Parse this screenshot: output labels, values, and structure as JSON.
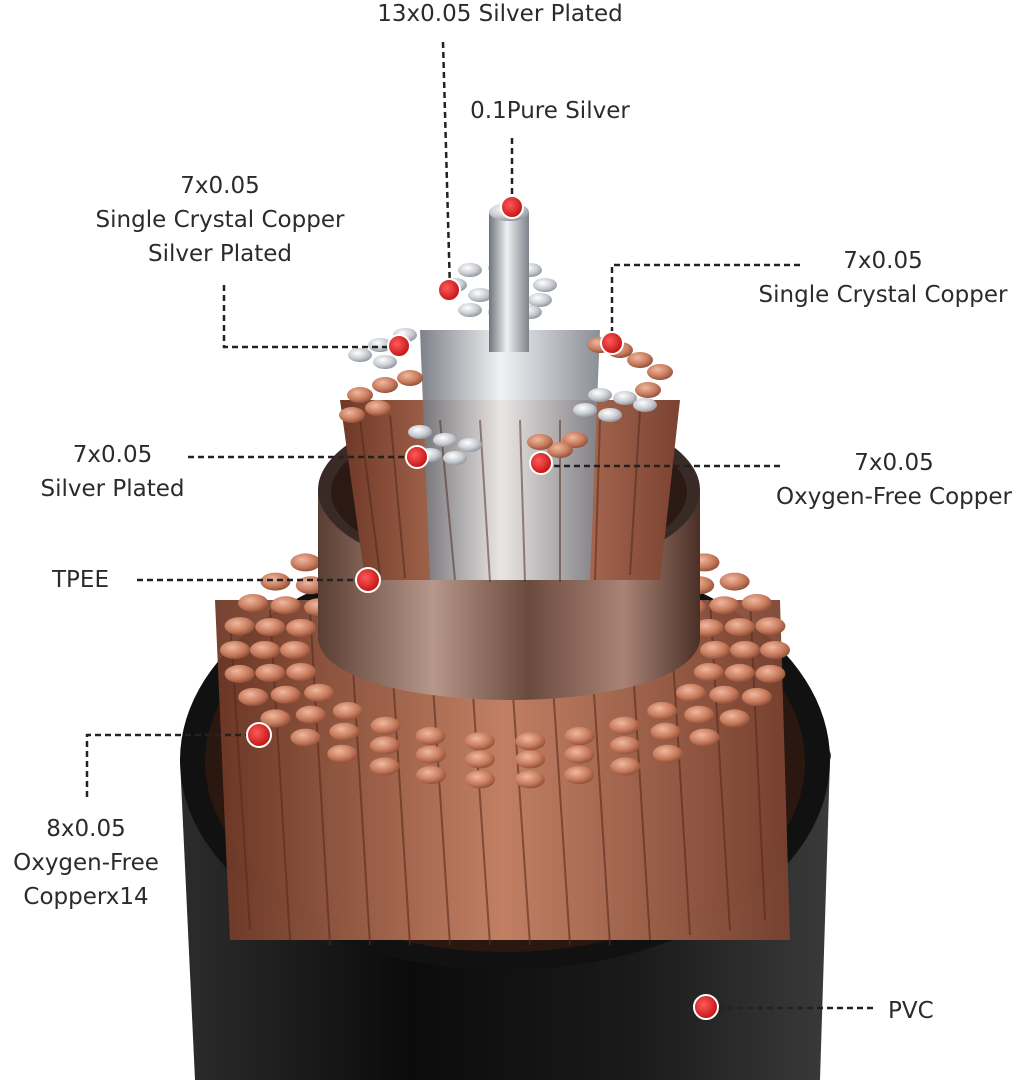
{
  "labels": {
    "silver_13": {
      "lines": [
        "13x0.05 Silver Plated"
      ]
    },
    "pure_silver": {
      "lines": [
        "0.1Pure Silver"
      ]
    },
    "sc_copper_sp": {
      "lines": [
        "7x0.05",
        "Single Crystal Copper",
        "Silver Plated"
      ]
    },
    "sc_copper": {
      "lines": [
        "7x0.05",
        "Single Crystal Copper"
      ]
    },
    "silver_7": {
      "lines": [
        "7x0.05",
        "Silver Plated"
      ]
    },
    "ofc_7": {
      "lines": [
        "7x0.05",
        "Oxygen-Free Copper"
      ]
    },
    "tpee": {
      "lines": [
        "TPEE"
      ]
    },
    "ofc_8": {
      "lines": [
        "8x0.05",
        "Oxygen-Free",
        "Copperx14"
      ]
    },
    "pvc": {
      "lines": [
        "PVC"
      ]
    }
  },
  "colors": {
    "marker": "#e02424",
    "leader": "#222222",
    "copper": "#b56a4e",
    "silver": "#c9ccd1",
    "jacket": "#141414"
  }
}
